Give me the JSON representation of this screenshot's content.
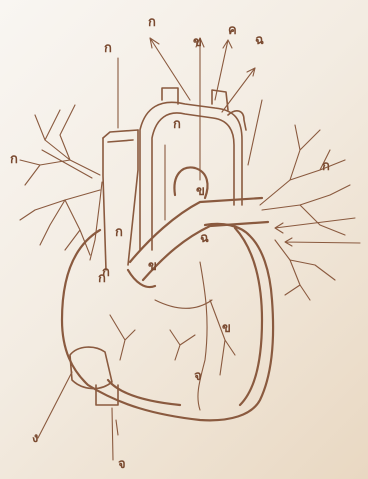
{
  "diagram": {
    "labels": [
      "ก",
      "ก",
      "ข",
      "ค",
      "ฉ",
      "ก",
      "ก",
      "ก",
      "ก",
      "ข",
      "ก",
      "ฉ",
      "ข",
      "จ",
      "ข",
      "ก",
      "ง",
      "จ"
    ]
  },
  "colors": {
    "paper": "#f6f1ea",
    "ink": "#8a5a3f"
  }
}
